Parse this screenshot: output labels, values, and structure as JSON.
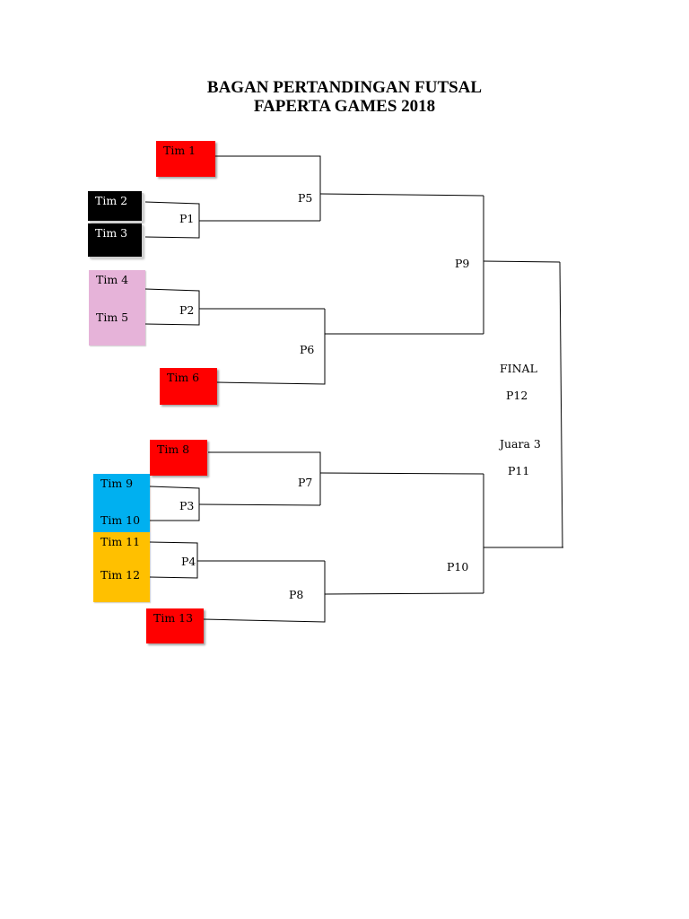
{
  "title": {
    "line1": "BAGAN PERTANDINGAN FUTSAL",
    "line2": "FAPERTA GAMES 2018"
  },
  "colors": {
    "red": "#ff0000",
    "black": "#000000",
    "pink": "#e6b3d9",
    "blue": "#00b0f0",
    "yellow": "#ffc000"
  },
  "teams": [
    {
      "label": "Tim 1",
      "color": "red"
    },
    {
      "label": "Tim 2",
      "color": "black"
    },
    {
      "label": "Tim 3",
      "color": "black"
    },
    {
      "label": "Tim 4",
      "color": "pink"
    },
    {
      "label": "Tim 5",
      "color": "pink"
    },
    {
      "label": "Tim 6",
      "color": "red"
    },
    {
      "label": "Tim 8",
      "color": "red"
    },
    {
      "label": "Tim 9",
      "color": "blue"
    },
    {
      "label": "Tim 10",
      "color": "blue"
    },
    {
      "label": "Tim 11",
      "color": "yellow"
    },
    {
      "label": "Tim 12",
      "color": "yellow"
    },
    {
      "label": "Tim 13",
      "color": "red"
    }
  ],
  "matches": {
    "p1": "P1",
    "p2": "P2",
    "p3": "P3",
    "p4": "P4",
    "p5": "P5",
    "p6": "P6",
    "p7": "P7",
    "p8": "P8",
    "p9": "P9",
    "p10": "P10"
  },
  "final": {
    "label": "FINAL",
    "match": "P12"
  },
  "third_place": {
    "label": "Juara 3",
    "match": "P11"
  }
}
